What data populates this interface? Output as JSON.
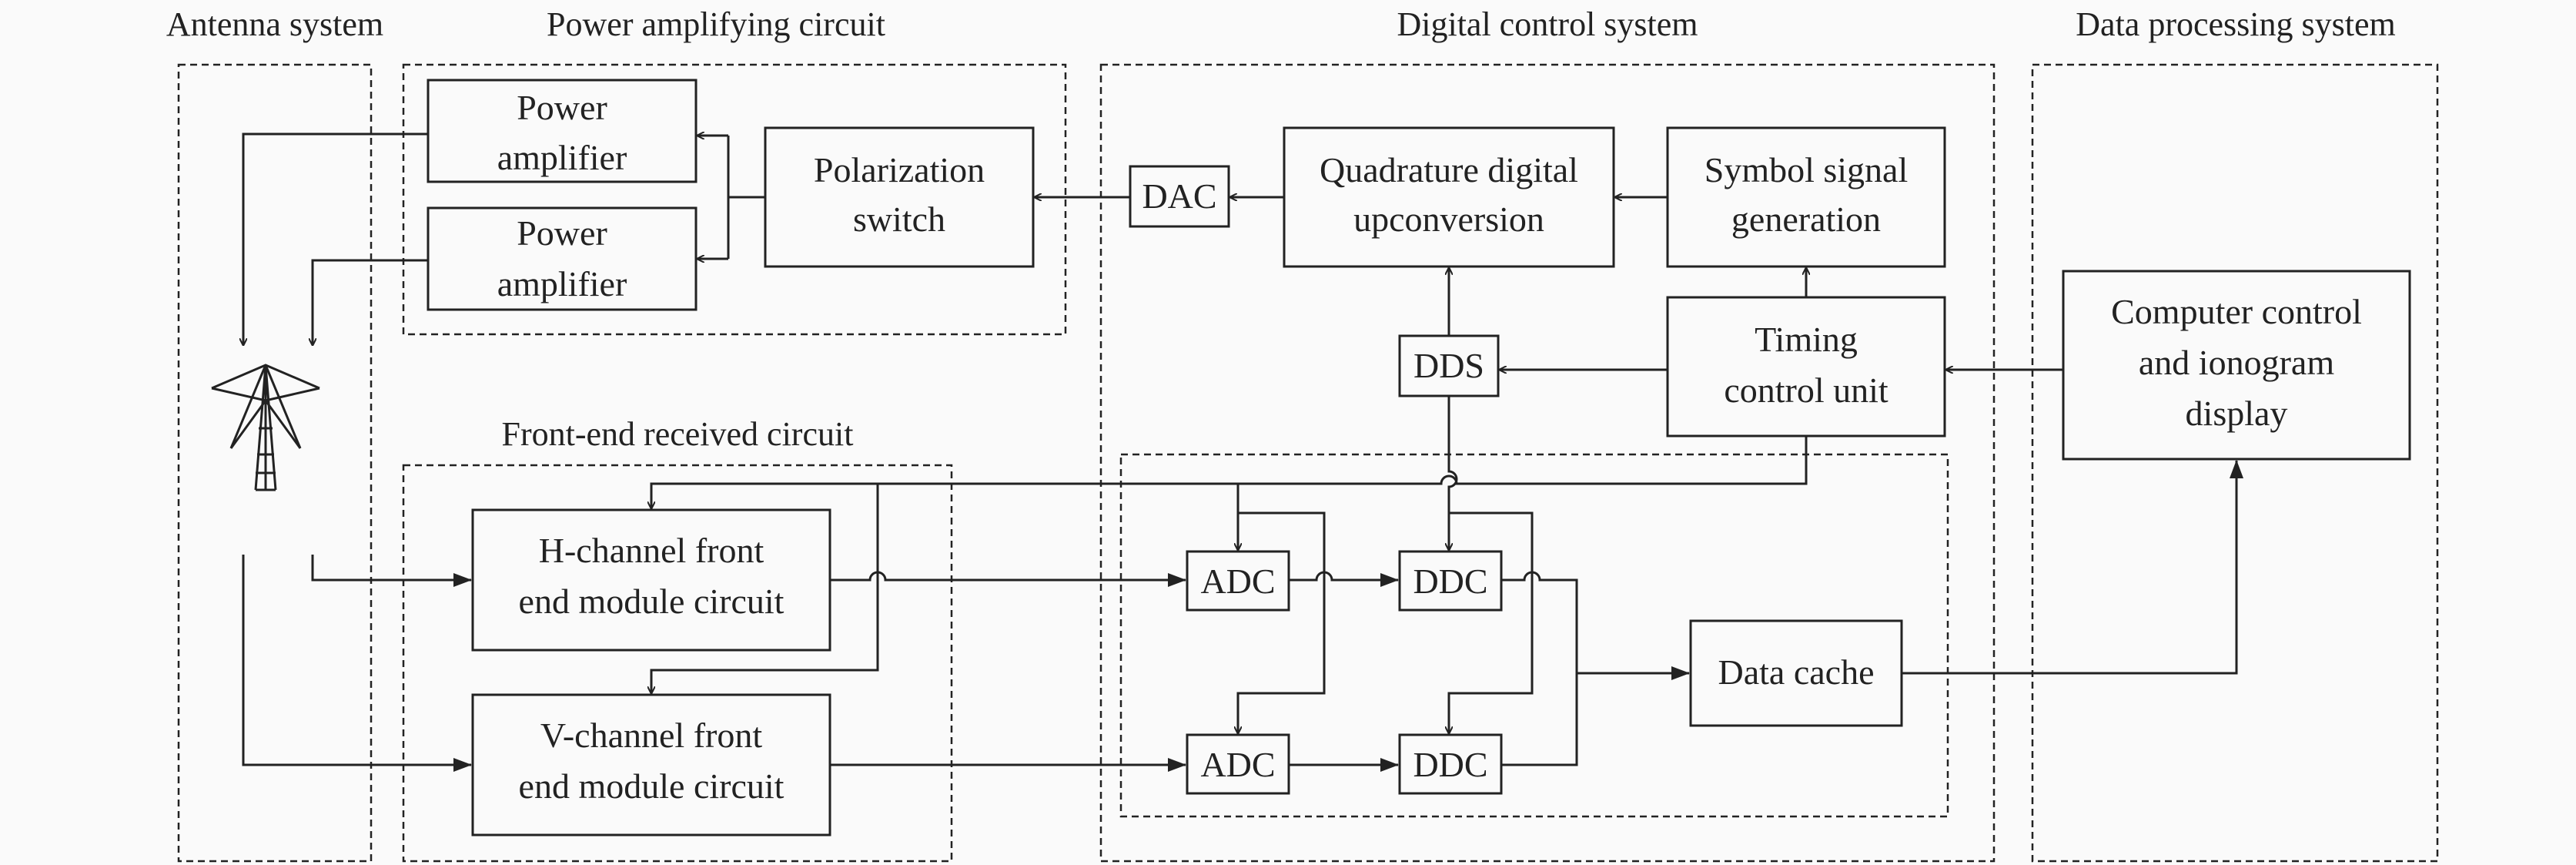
{
  "groups": {
    "antenna": "Antenna system",
    "power_amp": "Power amplifying circuit",
    "digital": "Digital control system",
    "data_proc": "Data processing system",
    "front_end": "Front-end received circuit"
  },
  "blocks": {
    "power_amp_1": [
      "Power",
      "amplifier"
    ],
    "power_amp_2": [
      "Power",
      "amplifier"
    ],
    "polarization": [
      "Polarization",
      "switch"
    ],
    "dac": [
      "DAC"
    ],
    "quadrature": [
      "Quadrature digital",
      "upconversion"
    ],
    "symbol": [
      "Symbol signal",
      "generation"
    ],
    "dds": [
      "DDS"
    ],
    "timing": [
      "Timing",
      "control unit"
    ],
    "computer": [
      "Computer control",
      "and ionogram",
      "display"
    ],
    "h_channel": [
      "H-channel front",
      "end module circuit"
    ],
    "v_channel": [
      "V-channel front",
      "end module circuit"
    ],
    "adc_1": [
      "ADC"
    ],
    "ddc_1": [
      "DDC"
    ],
    "adc_2": [
      "ADC"
    ],
    "ddc_2": [
      "DDC"
    ],
    "data_cache": [
      "Data cache"
    ]
  },
  "icons": {
    "antenna": "antenna-tower-icon"
  }
}
